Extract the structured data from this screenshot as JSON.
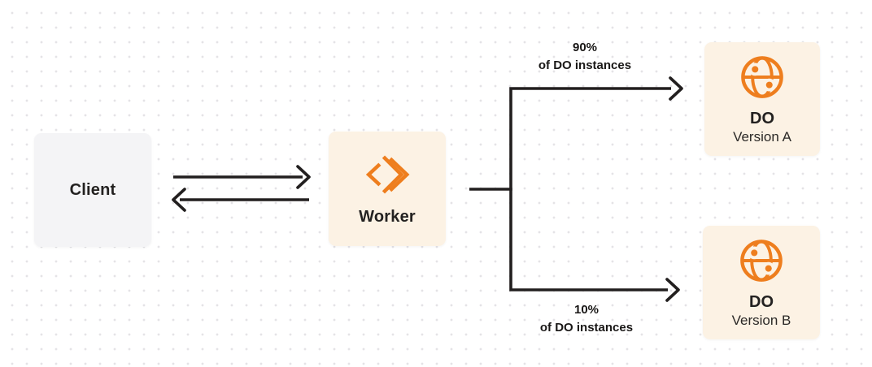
{
  "colors": {
    "accent_orange": "#EE7E1E",
    "node_cream": "#FCF2E4",
    "node_gray": "#F4F4F6",
    "connector_line": "#221F1F",
    "text": "#232120",
    "grid_dot": "#E4E3E6"
  },
  "nodes": {
    "client": {
      "label": "Client"
    },
    "worker": {
      "label": "Worker",
      "icon": "workers-chevrons-icon"
    },
    "do_version_a": {
      "title": "DO",
      "subtitle": "Version A",
      "icon": "globe-icon"
    },
    "do_version_b": {
      "title": "DO",
      "subtitle": "Version B",
      "icon": "globe-icon"
    }
  },
  "edges": {
    "top_branch": {
      "percent": "90%",
      "caption": "of DO instances"
    },
    "bottom_branch": {
      "percent": "10%",
      "caption": "of DO instances"
    }
  }
}
